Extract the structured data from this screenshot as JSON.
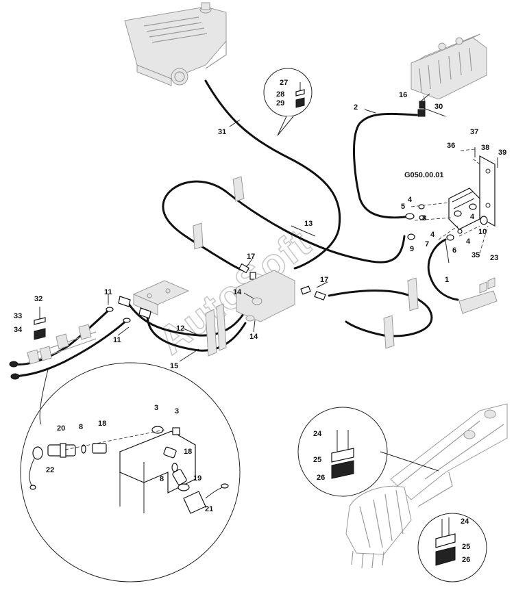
{
  "watermark": "AutoSoft",
  "group_label": "G050.00.01",
  "callouts": [
    "1",
    "2",
    "3",
    "4",
    "5",
    "6",
    "7",
    "8",
    "9",
    "10",
    "11",
    "12",
    "13",
    "14",
    "15",
    "16",
    "17",
    "18",
    "19",
    "20",
    "21",
    "22",
    "23",
    "24",
    "25",
    "26",
    "27",
    "28",
    "29",
    "30",
    "31",
    "32",
    "33",
    "34",
    "35",
    "36",
    "37",
    "38",
    "39"
  ],
  "icons": [
    "engine-block",
    "control-valve",
    "mounting-plate",
    "hose-clamp",
    "quick-coupler",
    "dust-cap",
    "backhoe-arm",
    "bucket",
    "cylinder-block"
  ]
}
